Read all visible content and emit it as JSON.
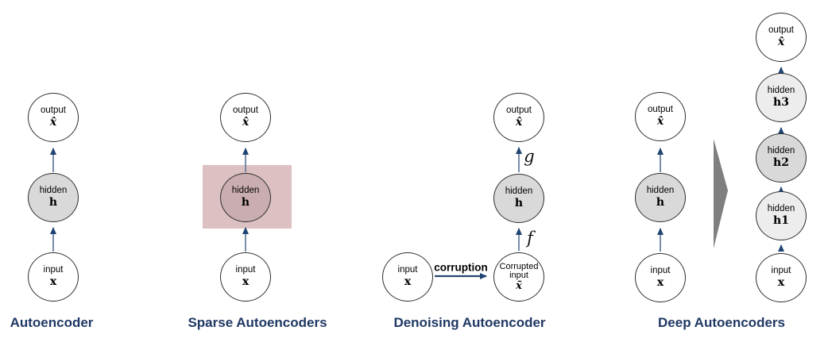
{
  "colors": {
    "title_navy": "#1f3864",
    "arrow_line": "#6c80a0",
    "arrow_head": "#1f4472",
    "node_border": "#2e2e2e",
    "node_gray": "#d9d9d9",
    "node_light_gray": "#ededed",
    "sparse_rect_pink": "#dcc0c2",
    "sparse_node_mauve": "#c9adb0",
    "big_arrow_gray": "#7f7f7f"
  },
  "diagrams": [
    {
      "title": "Autoencoder",
      "nodes": [
        {
          "role": "output",
          "var": "x̂"
        },
        {
          "role": "hidden",
          "var": "h"
        },
        {
          "role": "input",
          "var": "x"
        }
      ]
    },
    {
      "title": "Sparse Autoencoders",
      "nodes": [
        {
          "role": "output",
          "var": "x̂"
        },
        {
          "role": "hidden",
          "var": "h"
        },
        {
          "role": "input",
          "var": "x"
        }
      ]
    },
    {
      "title": "Denoising Autoencoder",
      "decoder_label": "g",
      "encoder_label": "f",
      "corruption_label": "corruption",
      "nodes": [
        {
          "role": "output",
          "var": "x̂"
        },
        {
          "role": "hidden",
          "var": "h"
        },
        {
          "role": "Corrupted",
          "role2": "input",
          "var": "x̃"
        },
        {
          "role": "input",
          "var": "x"
        }
      ]
    },
    {
      "title": "Deep Autoencoders",
      "left_nodes": [
        {
          "role": "output",
          "var": "x̂"
        },
        {
          "role": "hidden",
          "var": "h"
        },
        {
          "role": "input",
          "var": "x"
        }
      ],
      "right_nodes": [
        {
          "role": "output",
          "var": "x̂"
        },
        {
          "role": "hidden",
          "var": "h3"
        },
        {
          "role": "hidden",
          "var": "h2"
        },
        {
          "role": "hidden",
          "var": "h1"
        },
        {
          "role": "input",
          "var": "x"
        }
      ]
    }
  ]
}
